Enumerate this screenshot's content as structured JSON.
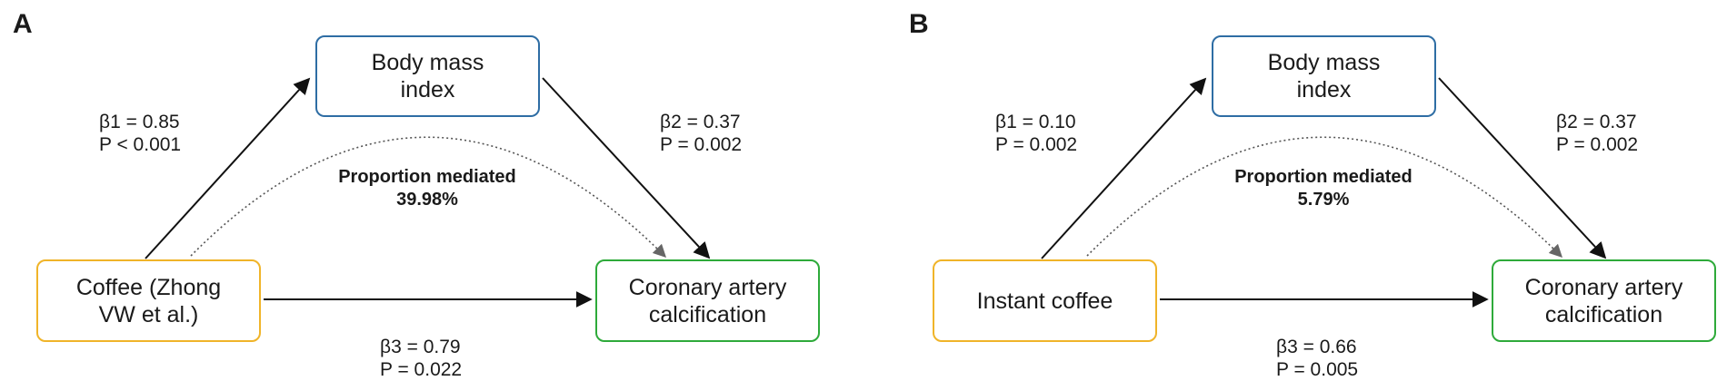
{
  "colors": {
    "mediator_border": "#2e6da4",
    "exposure_border": "#f0b429",
    "outcome_border": "#2eaa3a",
    "arrow": "#111111",
    "mediation_curve": "#555555"
  },
  "panels": [
    {
      "letter": "A",
      "mediator": "Body mass\nindex",
      "exposure": "Coffee (Zhong\nVW et al.)",
      "outcome": "Coronary artery\ncalcification",
      "beta1": "β1 = 0.85\nP < 0.001",
      "beta2": "β2 = 0.37\nP = 0.002",
      "beta3": "β3 = 0.79\nP = 0.022",
      "proportion_label": "Proportion mediated\n39.98%"
    },
    {
      "letter": "B",
      "mediator": "Body mass\nindex",
      "exposure": "Instant coffee",
      "outcome": "Coronary artery\ncalcification",
      "beta1": "β1 = 0.10\nP = 0.002",
      "beta2": "β2 = 0.37\nP = 0.002",
      "beta3": "β3 = 0.66\nP = 0.005",
      "proportion_label": "Proportion mediated\n5.79%"
    }
  ]
}
